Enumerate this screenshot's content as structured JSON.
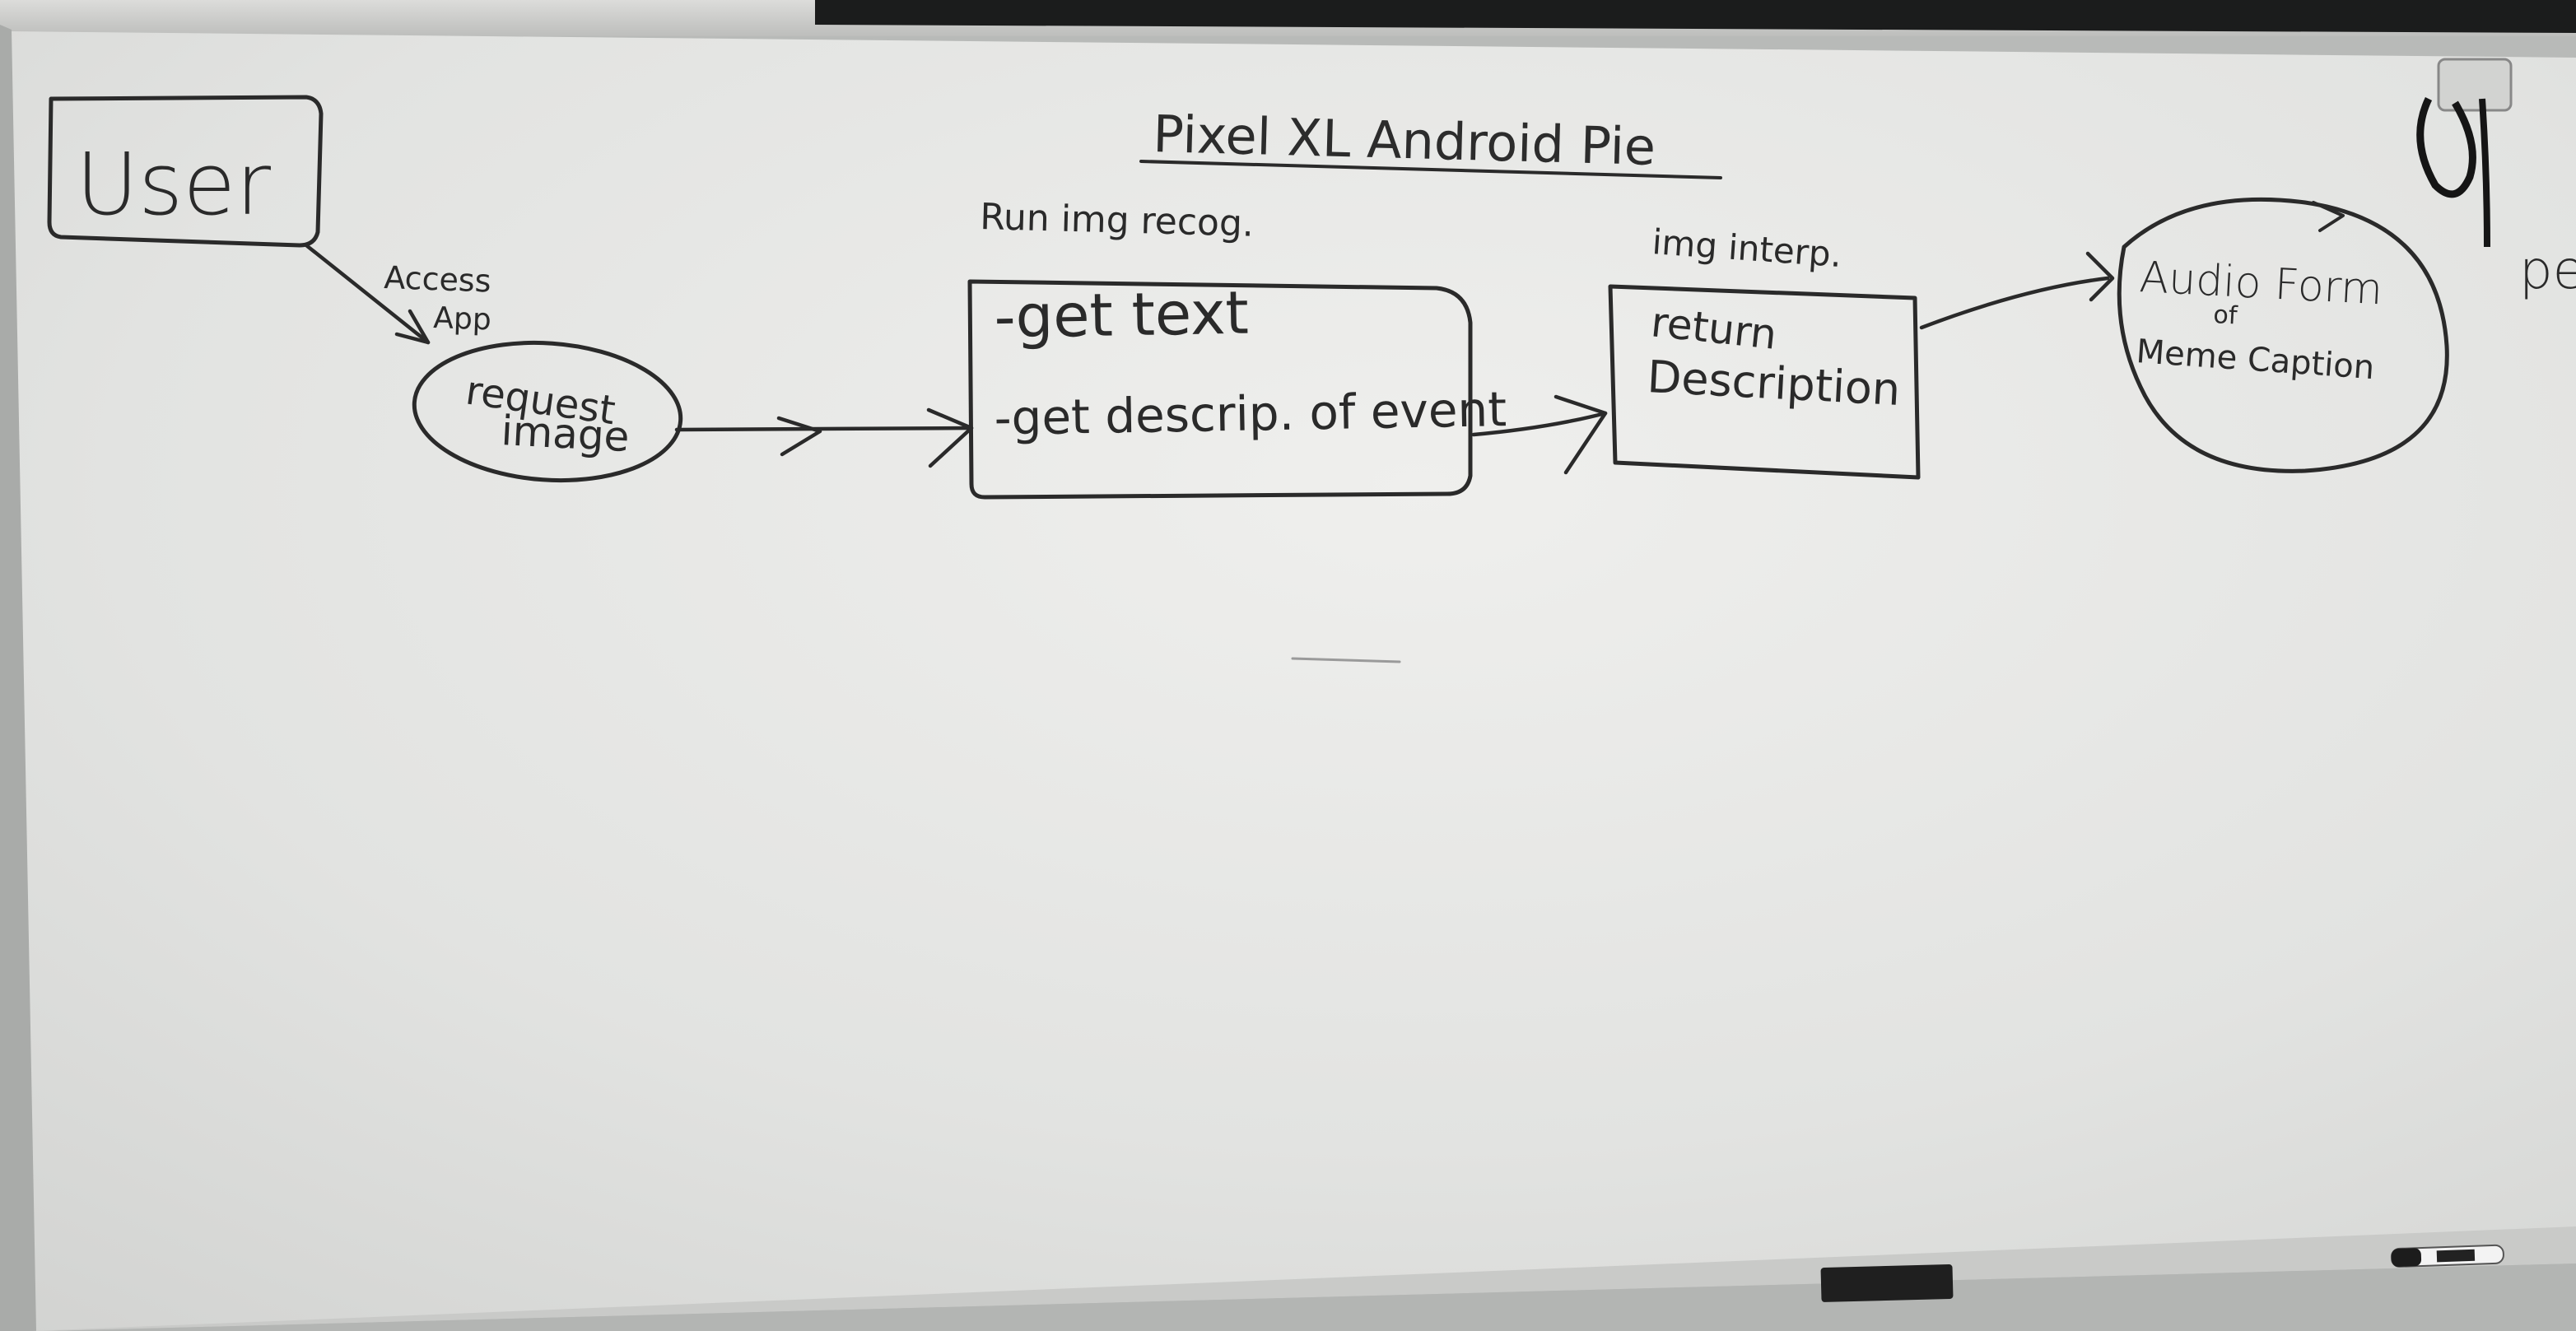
{
  "diagram": {
    "title": "Pixel XL Android Pie",
    "nodes": {
      "user": {
        "label": "User"
      },
      "request": {
        "line1": "request",
        "line2": "image"
      },
      "recognition": {
        "header": "Run img recog.",
        "line1": "-get text",
        "line2": "-get descrip. of event"
      },
      "interpretation": {
        "header": "img interp.",
        "line1": "return",
        "line2": "Description"
      },
      "audio": {
        "line1": "Audio Form",
        "line2": "of",
        "line3": "Meme Caption"
      }
    },
    "edges": {
      "user_to_request": {
        "line1": "Access",
        "line2": "App"
      }
    },
    "cut_off_text": "pe"
  },
  "colors": {
    "board": "#e6e6e4",
    "ink": "#2a2a2a",
    "frame": "#a9aba9",
    "ledge": "#c9cac8",
    "top_bar": "#1b1c1c"
  }
}
